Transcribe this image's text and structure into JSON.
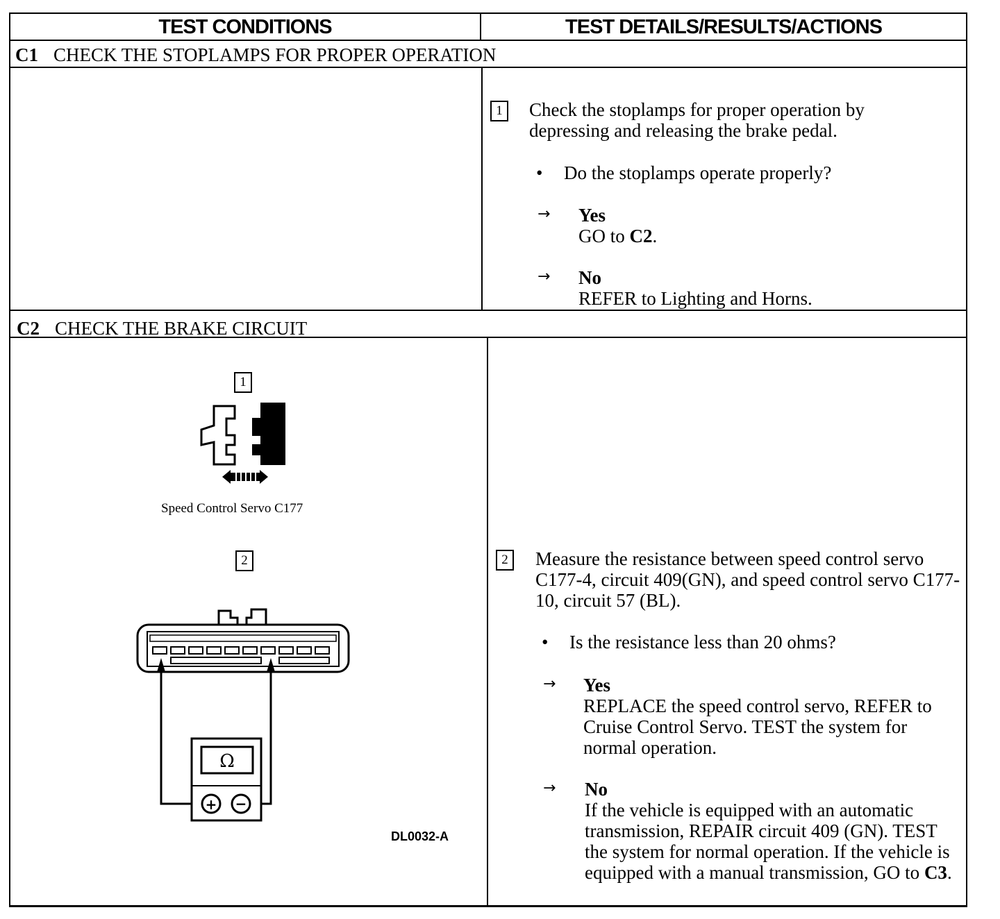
{
  "header": {
    "col_left": "TEST CONDITIONS",
    "col_right": "TEST DETAILS/RESULTS/ACTIONS"
  },
  "c1": {
    "code": "C1",
    "title": "CHECK THE STOPLAMPS FOR PROPER OPERATION",
    "step_num": "1",
    "step_text": "Check the stoplamps for proper operation by depressing and releasing the brake pedal.",
    "question": "Do the stoplamps operate properly?",
    "yes_label": "Yes",
    "yes_pre": "GO to ",
    "yes_ref": "C2",
    "yes_post": ".",
    "no_label": "No",
    "no_text": "REFER to Lighting and Horns."
  },
  "c2": {
    "code": "C2",
    "title": "CHECK THE BRAKE CIRCUIT",
    "fig_step1": "1",
    "fig_caption": "Speed Control Servo C177",
    "fig_step2": "2",
    "meter_symbol": "Ω",
    "meter_plus": "+",
    "meter_minus": "−",
    "figure_id": "DL0032-A",
    "step_num": "2",
    "step_text": "Measure the resistance between speed control servo C177-4, circuit 409(GN), and speed control servo C177-10, circuit 57 (BL).",
    "question": "Is the resistance less than 20 ohms?",
    "yes_label": "Yes",
    "yes_text": "REPLACE the speed control servo, REFER to Cruise Control Servo. TEST the system for normal operation.",
    "no_label": "No",
    "no_pre": "If the vehicle is equipped with an automatic transmission, REPAIR circuit 409 (GN). TEST the system for normal operation. If the vehicle is equipped with a manual transmission, GO to ",
    "no_ref": "C3",
    "no_post": "."
  },
  "arrow_glyph": "→",
  "bullet_glyph": "•"
}
